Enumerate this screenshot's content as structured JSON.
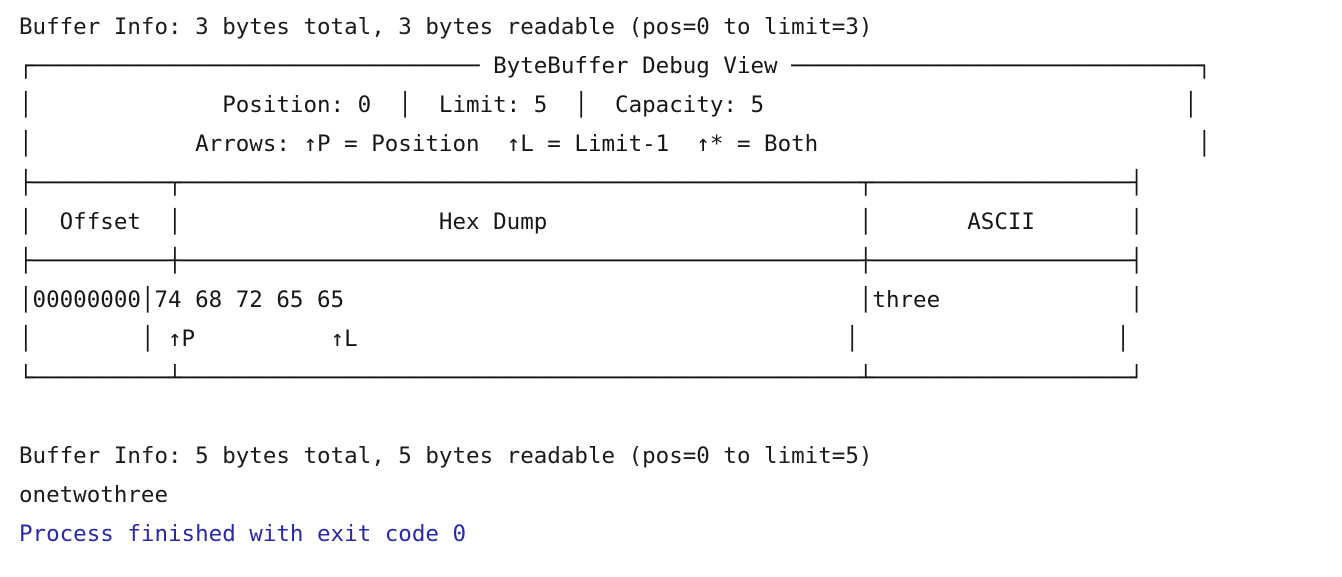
{
  "app": {
    "kind": "console-output",
    "text_color": "#1b1b1f",
    "exit_color": "#2a2aa5",
    "background": "#ffffff"
  },
  "console": {
    "lines": [
      {
        "name": "buffer-info-line-1",
        "kind": "text",
        "text": "Buffer Info: 3 bytes total, 3 bytes readable (pos=0 to limit=3)"
      },
      {
        "name": "box-top-border-with-title",
        "kind": "box",
        "text": "┌───────────────────────────────── ByteBuffer Debug View ──────────────────────────────┐"
      },
      {
        "name": "buffer-state-line",
        "kind": "box",
        "text": "│              Position: 0  │  Limit: 5  │  Capacity: 5                               │"
      },
      {
        "name": "arrows-legend-line",
        "kind": "box",
        "text": "│            Arrows: ↑P = Position  ↑L = Limit-1  ↑* = Both                            │"
      },
      {
        "name": "table-top-separator",
        "kind": "box",
        "text": "├──────────┬──────────────────────────────────────────────────┬───────────────────┤"
      },
      {
        "name": "table-header-row",
        "kind": "box",
        "text": "│  Offset  │                   Hex Dump                       │       ASCII       │"
      },
      {
        "name": "table-header-separator",
        "kind": "box",
        "text": "├──────────┼──────────────────────────────────────────────────┼───────────────────┤"
      },
      {
        "name": "table-data-row",
        "kind": "box",
        "text": "│00000000│74 68 72 65 65                                      │three              │"
      },
      {
        "name": "table-arrow-row",
        "kind": "box",
        "text": "│        │ ↑P          ↑L                                    │                   │"
      },
      {
        "name": "table-bottom-border",
        "kind": "box",
        "text": "└──────────┴──────────────────────────────────────────────────┴───────────────────┘"
      },
      {
        "name": "spacer-line",
        "kind": "blank",
        "text": " "
      },
      {
        "name": "buffer-info-line-2",
        "kind": "text",
        "text": "Buffer Info: 5 bytes total, 5 bytes readable (pos=0 to limit=5)"
      },
      {
        "name": "buffer-contents-line",
        "kind": "text",
        "text": "onetwothree"
      },
      {
        "name": "process-exit-line",
        "kind": "exit",
        "text": "Process finished with exit code 0"
      }
    ]
  },
  "debug_view": {
    "title": "ByteBuffer Debug View",
    "position_label": "Position:",
    "position_value": "0",
    "limit_label": "Limit:",
    "limit_value": "5",
    "capacity_label": "Capacity:",
    "capacity_value": "5",
    "arrows_legend": "Arrows: ↑P = Position  ↑L = Limit-1  ↑* = Both",
    "columns": [
      "Offset",
      "Hex Dump",
      "ASCII"
    ],
    "rows": [
      {
        "offset": "00000000",
        "hex": "74 68 72 65 65",
        "ascii": "three",
        "markers": [
          "↑P",
          "↑L"
        ]
      }
    ]
  }
}
